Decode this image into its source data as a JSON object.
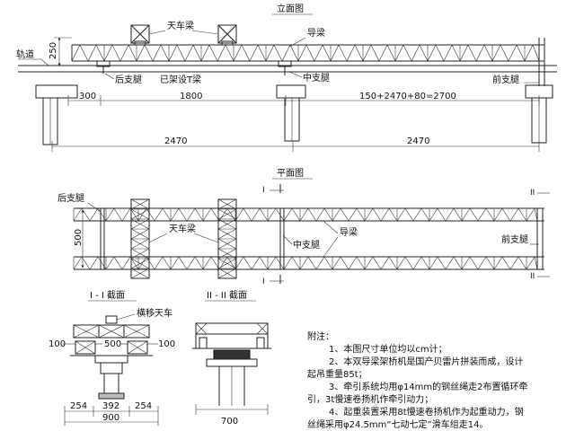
{
  "elevation": {
    "title": "立面图",
    "labels": {
      "crane_beam": "天车梁",
      "guide_beam": "导梁",
      "rail": "轨道",
      "rear_leg": "后支腿",
      "erected_beam": "已架设T梁",
      "mid_leg": "中支腿",
      "front_leg": "前支腿"
    },
    "dims": {
      "height": "250",
      "d300": "300",
      "d1800": "1800",
      "d2700": "150+2470+80=2700",
      "d2470_left": "2470",
      "d2470_right": "2470"
    }
  },
  "plan": {
    "title": "平面图",
    "labels": {
      "rear_leg": "后支腿",
      "crane_beam": "天车梁",
      "mid_leg": "中支腿",
      "guide_beam": "导梁",
      "front_leg": "前支腿"
    },
    "dims": {
      "width": "500"
    },
    "section_marks": {
      "i_top": "I",
      "i_bottom": "I",
      "ii_top": "II",
      "ii_bottom": "II"
    }
  },
  "section_1": {
    "title": "I - I 截面",
    "labels": {
      "trolley": "横移天车"
    },
    "dims": {
      "left": "100",
      "mid": "500",
      "right": "100",
      "b254_left": "254",
      "b392": "392",
      "b254_right": "254",
      "total": "900"
    }
  },
  "section_2": {
    "title": "II - II 截面",
    "dims": {
      "total": "700"
    }
  },
  "notes": {
    "heading": "附注：",
    "lines": [
      "1、本图尺寸单位均以cm计；",
      "2、本双导梁架桥机是国产贝雷片拼装而成，设计",
      "起吊重量85t；",
      "3、牵引系统均用φ14mm的钢丝绳走2布置循环牵",
      "引，3t慢速卷扬机作牵引动力；",
      "4、起重装置采用8t慢速卷扬机作为起重动力，钢",
      "丝绳采用φ24.5mm“七动七定”滑车组走14。"
    ]
  }
}
